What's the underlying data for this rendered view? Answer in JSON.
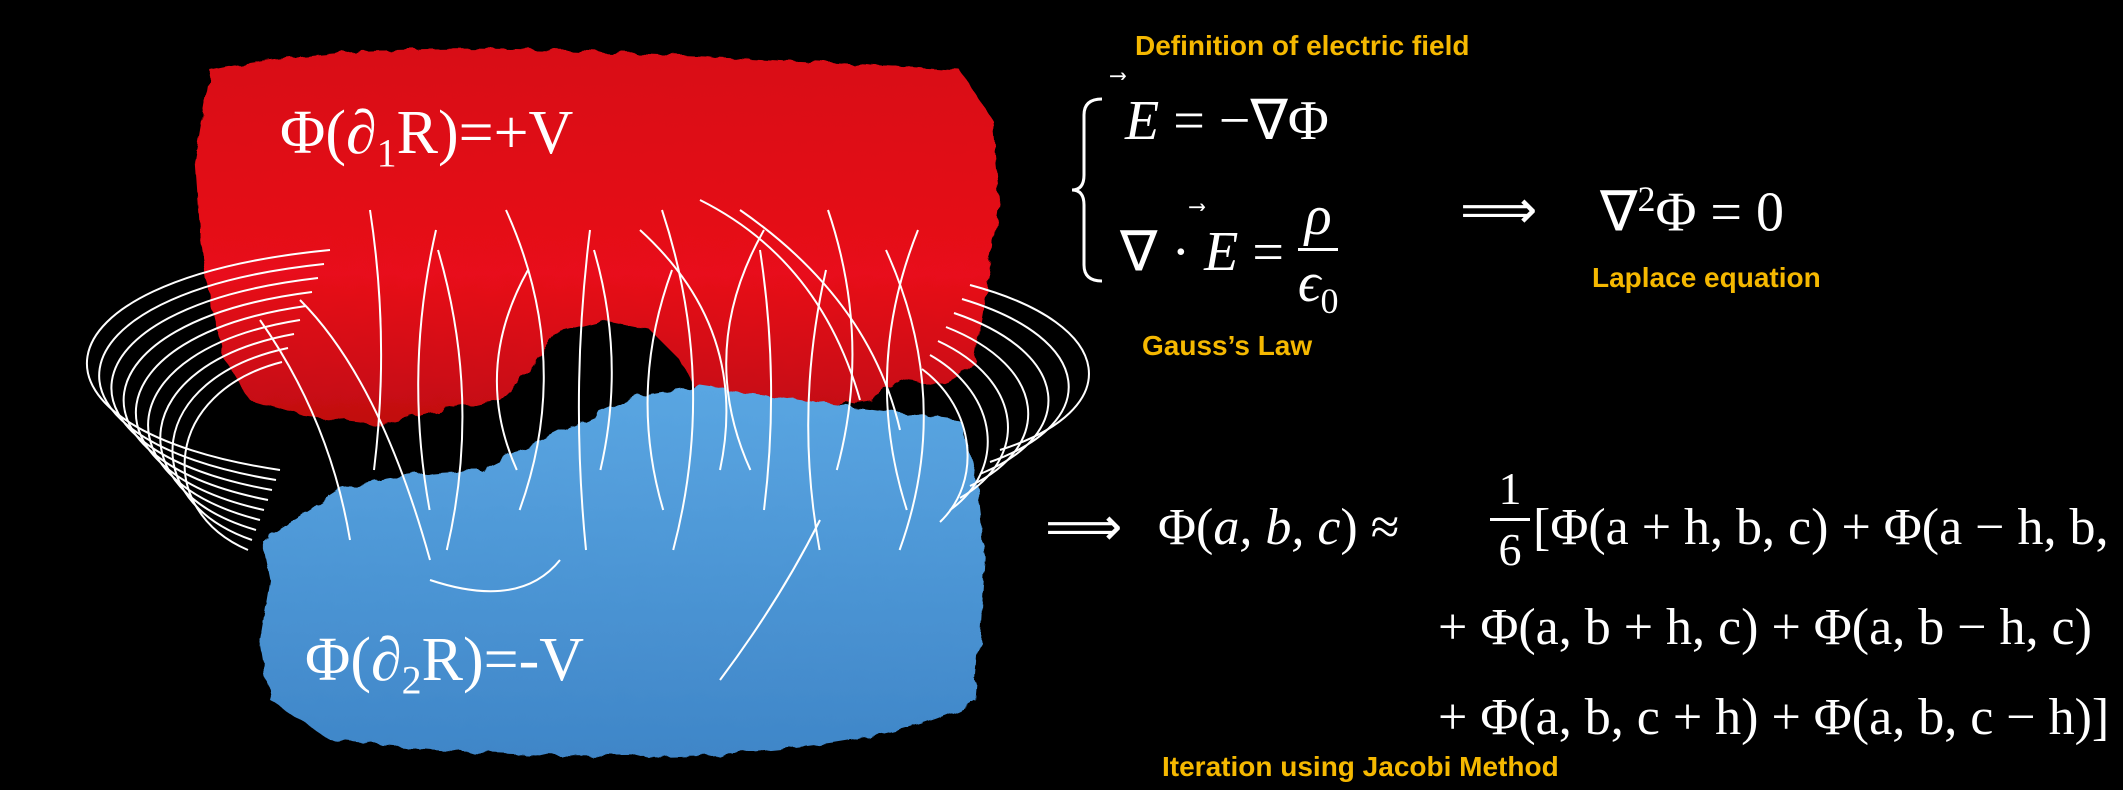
{
  "regions": {
    "top": {
      "phi": "Φ(",
      "partial": "∂",
      "sub": "1",
      "rest": "R)=+V",
      "color": "#e8101a"
    },
    "bottom": {
      "phi": "Φ(",
      "partial": "∂",
      "sub": "2",
      "rest": "R)=-V",
      "color": "#4c97d6"
    }
  },
  "field_line_color": "#ffffff",
  "labels": {
    "definition": "Definition of electric field",
    "gauss": "Gauss’s Law",
    "laplace": "Laplace equation",
    "jacobi": "Iteration using Jacobi Method"
  },
  "label_color": "#f5b800",
  "equations": {
    "e_field_lhs": "E",
    "e_field_rhs": "= −∇Φ",
    "div_lhs": "∇ · ",
    "div_E": "E",
    "div_eq": " = ",
    "rho": "ρ",
    "eps": "ϵ",
    "eps_sub": "0",
    "implies": "⟹",
    "laplace_nabla": "∇",
    "laplace_sup": "2",
    "laplace_rest": "Φ = 0",
    "jacobi_lhs_phi": "Φ(",
    "jacobi_lhs_args": "a, b, c",
    "jacobi_lhs_close": ")",
    "approx": " ≈ ",
    "one": "1",
    "six": "6",
    "line1": "[Φ(a + h, b, c) + Φ(a − h, b, c)",
    "line2": "+ Φ(a, b + h, c) + Φ(a, b − h, c)",
    "line3": "+ Φ(a, b, c + h) + Φ(a, b, c − h)]"
  }
}
